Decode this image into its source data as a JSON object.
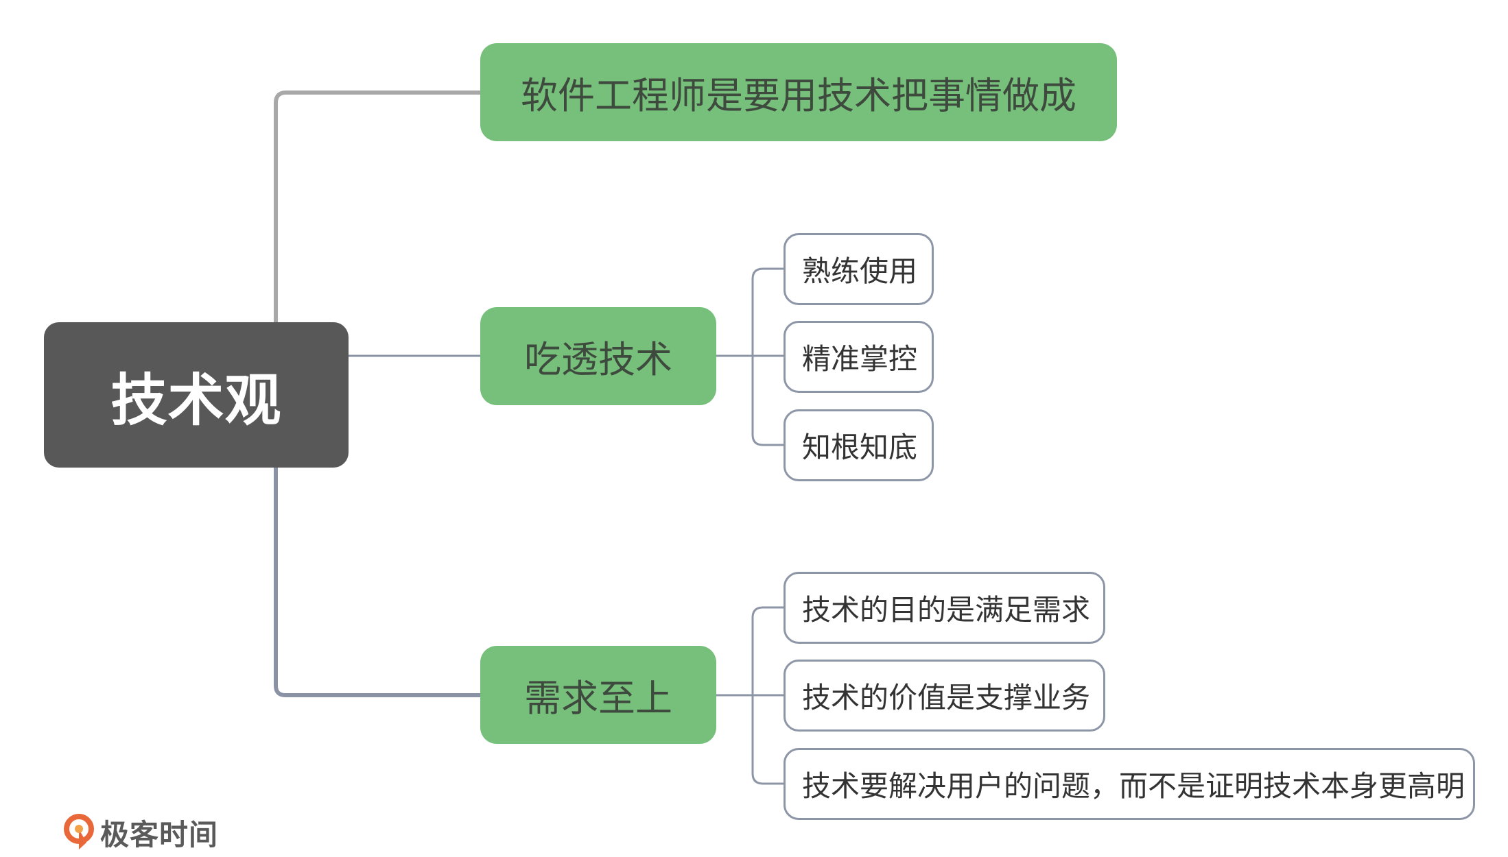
{
  "diagram": {
    "root": {
      "label": "技术观"
    },
    "branches": [
      {
        "label": "软件工程师是要用技术把事情做成",
        "children": []
      },
      {
        "label": "吃透技术",
        "children": [
          "熟练使用",
          "精准掌控",
          "知根知底"
        ]
      },
      {
        "label": "需求至上",
        "children": [
          "技术的目的是满足需求",
          "技术的价值是支撑业务",
          "技术要解决用户的问题，而不是证明技术本身更高明"
        ]
      }
    ],
    "colors": {
      "root_fill": "#585858",
      "branch_fill": "#77c07b",
      "leaf_border": "#8d96a6",
      "connector_top": "#a8a8a8",
      "connector_bottom": "#8a93a6",
      "connector_leaf": "#8d96a6"
    }
  },
  "branding": {
    "logo_text": "极客时间",
    "logo_icon": "geektime-logo-icon",
    "logo_color": "#e8683a"
  }
}
